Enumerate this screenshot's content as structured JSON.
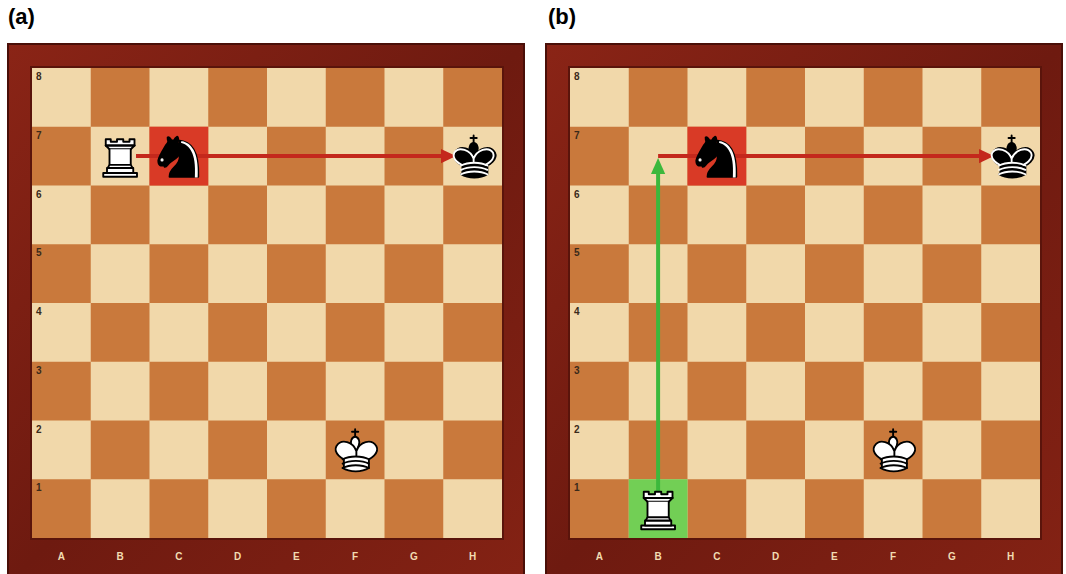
{
  "diagram": {
    "labels": [
      "(a)",
      "(b)",
      "8",
      "7",
      "6",
      "5",
      "4",
      "3",
      "2",
      "1",
      "A",
      "B",
      "C",
      "D",
      "E",
      "F",
      "G",
      "H",
      "8",
      "7",
      "6",
      "5",
      "4",
      "3",
      "2",
      "1",
      "A",
      "B",
      "C",
      "D",
      "E",
      "F",
      "G",
      "H"
    ]
  }
}
